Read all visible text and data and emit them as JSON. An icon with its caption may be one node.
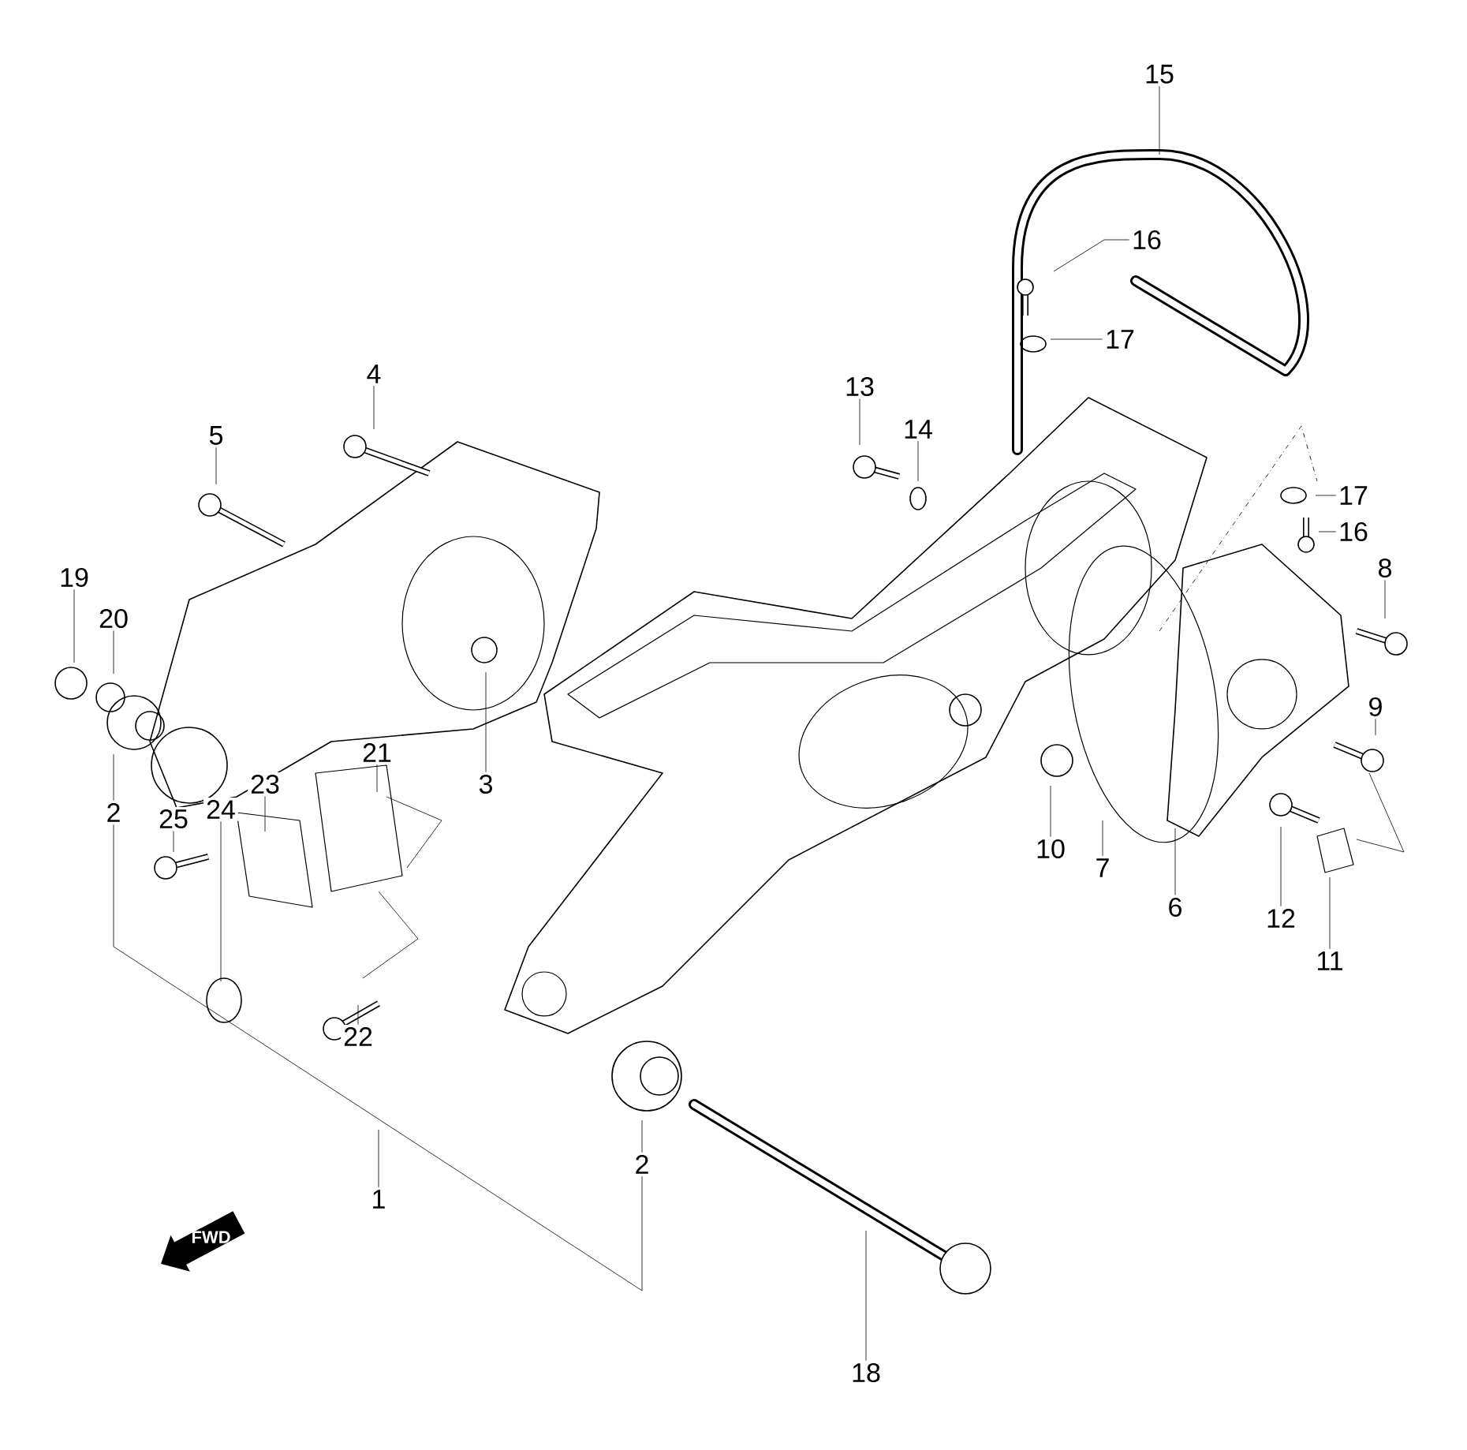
{
  "diagram": {
    "nodes": [
      {
        "text": [
          "15"
        ]
      },
      {
        "text": [
          "16"
        ]
      },
      {
        "text": [
          "17"
        ]
      },
      {
        "text": [
          "4"
        ]
      },
      {
        "text": [
          "13"
        ]
      },
      {
        "text": [
          "14"
        ]
      },
      {
        "text": [
          "5"
        ]
      },
      {
        "text": [
          "17"
        ]
      },
      {
        "text": [
          "16"
        ]
      },
      {
        "text": [
          "8"
        ]
      },
      {
        "text": [
          "19"
        ]
      },
      {
        "text": [
          "20"
        ]
      },
      {
        "text": [
          "9"
        ]
      },
      {
        "text": [
          "3"
        ]
      },
      {
        "text": [
          "21"
        ]
      },
      {
        "text": [
          "23"
        ]
      },
      {
        "text": [
          "2"
        ]
      },
      {
        "text": [
          "25"
        ]
      },
      {
        "text": [
          "24"
        ]
      },
      {
        "text": [
          "10"
        ]
      },
      {
        "text": [
          "7"
        ]
      },
      {
        "text": [
          "6"
        ]
      },
      {
        "text": [
          "12"
        ]
      },
      {
        "text": [
          "11"
        ]
      },
      {
        "text": [
          "22"
        ]
      },
      {
        "text": [
          "1"
        ]
      },
      {
        "text": [
          "2"
        ]
      },
      {
        "text": [
          "18"
        ]
      }
    ],
    "edges": [
      {
        "from": 0,
        "to": null,
        "arrow": "none"
      },
      {
        "from": 1,
        "to": null,
        "arrow": "none"
      },
      {
        "from": 2,
        "to": null,
        "arrow": "none"
      },
      {
        "from": 3,
        "to": null,
        "arrow": "none"
      },
      {
        "from": 4,
        "to": null,
        "arrow": "none"
      },
      {
        "from": 5,
        "to": null,
        "arrow": "none"
      },
      {
        "from": 6,
        "to": null,
        "arrow": "none"
      },
      {
        "from": 7,
        "to": null,
        "arrow": "none"
      },
      {
        "from": 8,
        "to": null,
        "arrow": "none"
      },
      {
        "from": 9,
        "to": null,
        "arrow": "none"
      },
      {
        "from": 10,
        "to": null,
        "arrow": "none"
      },
      {
        "from": 11,
        "to": null,
        "arrow": "none"
      },
      {
        "from": 12,
        "to": null,
        "arrow": "none"
      },
      {
        "from": 13,
        "to": null,
        "arrow": "none"
      },
      {
        "from": 14,
        "to": null,
        "arrow": "none"
      },
      {
        "from": 15,
        "to": null,
        "arrow": "none"
      },
      {
        "from": 16,
        "to": null,
        "arrow": "none"
      },
      {
        "from": 17,
        "to": null,
        "arrow": "none"
      },
      {
        "from": 18,
        "to": null,
        "arrow": "none"
      },
      {
        "from": 19,
        "to": null,
        "arrow": "none"
      },
      {
        "from": 20,
        "to": null,
        "arrow": "none"
      },
      {
        "from": 21,
        "to": null,
        "arrow": "none"
      },
      {
        "from": 22,
        "to": null,
        "arrow": "none"
      },
      {
        "from": 23,
        "to": null,
        "arrow": "none"
      },
      {
        "from": 24,
        "to": null,
        "arrow": "none"
      },
      {
        "from": 25,
        "to": null,
        "arrow": "none"
      },
      {
        "from": 26,
        "to": null,
        "arrow": "none"
      },
      {
        "from": 27,
        "to": null,
        "arrow": "none"
      },
      {
        "from": 16,
        "to": 26,
        "arrow": "none"
      }
    ],
    "labels": [
      "FWD"
    ]
  }
}
